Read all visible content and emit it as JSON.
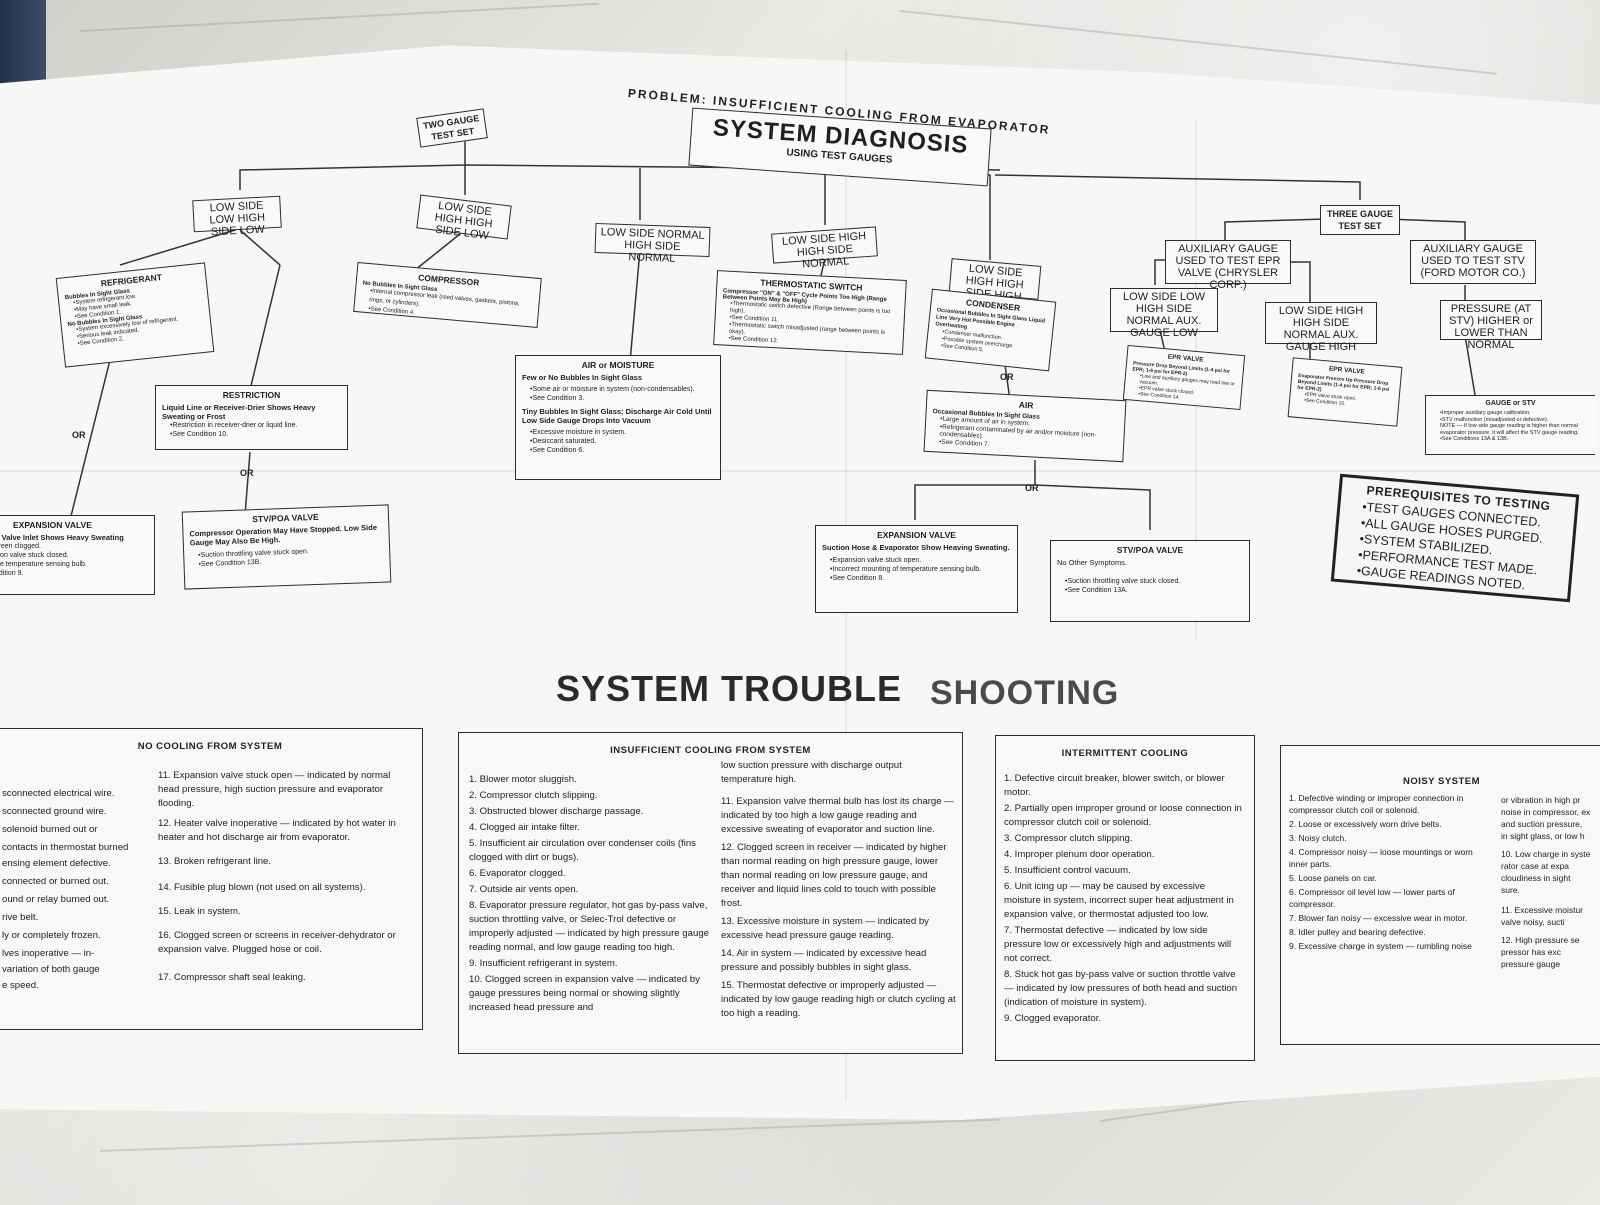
{
  "header": {
    "problem": "PROBLEM: INSUFFICIENT COOLING FROM EVAPORATOR",
    "title": "SYSTEM DIAGNOSIS",
    "subtitle": "USING TEST GAUGES",
    "two_gauge": "TWO GAUGE TEST SET",
    "three_gauge": "THREE GAUGE TEST SET"
  },
  "branches": {
    "b1": "LOW SIDE LOW HIGH SIDE LOW",
    "b2": "LOW SIDE HIGH HIGH SIDE LOW",
    "b3": "LOW SIDE NORMAL HIGH SIDE NORMAL",
    "b4": "LOW SIDE HIGH HIGH SIDE NORMAL",
    "b5": "LOW SIDE HIGH HIGH SIDE HIGH",
    "aux_epr": "AUXILIARY GAUGE USED TO TEST EPR VALVE (CHRYSLER CORP.)",
    "aux_stv": "AUXILIARY GAUGE USED TO TEST STV (FORD MOTOR CO.)",
    "epr_low": "LOW SIDE LOW HIGH SIDE NORMAL AUX. GAUGE LOW",
    "epr_high": "LOW SIDE HIGH HIGH SIDE NORMAL AUX. GAUGE HIGH",
    "stv_pressure": "PRESSURE (AT STV) HIGHER or LOWER THAN NORMAL"
  },
  "diag": {
    "refrigerant": {
      "head": "REFRIGERANT",
      "s1": "Bubbles In Sight Glass",
      "l1": "•System refrigerant low.",
      "l2": "•May have small leak.",
      "l3": "•See Condition 1.",
      "s2": "No Bubbles In Sight Glass",
      "l4": "•System excessively low of refrigerant.",
      "l5": "•Serious leak indicated.",
      "l6": "•See Condition 2."
    },
    "restriction": {
      "head": "RESTRICTION",
      "s1": "Liquid Line or Receiver-Drier Shows Heavy Sweating or Frost",
      "l1": "•Restriction in receiver-drier or liquid line.",
      "l2": "•See Condition 10."
    },
    "expansion_left": {
      "head": "EXPANSION VALVE",
      "s1": "n Valve Inlet Shows Heavy Sweating",
      "l1": "creen clogged.",
      "l2": "sion valve stuck closed.",
      "l3": "ive temperature sensing bulb.",
      "l4": "ndition 9."
    },
    "stv_left": {
      "head": "STV/POA VALVE",
      "s1": "Compressor Operation May Have Stopped. Low Side Gauge May Also Be High.",
      "l1": "•Suction throttling valve stuck open.",
      "l2": "•See Condition 13B."
    },
    "compressor": {
      "head": "COMPRESSOR",
      "s1": "No Bubbles In Sight Glass",
      "l1": "•Internal compressor leak (reed valves, gaskets, pistons, rings, or cylinders).",
      "l2": "•See Condition 4."
    },
    "air_moisture": {
      "head": "AIR or MOISTURE",
      "s1": "Few or No Bubbles In Sight Glass",
      "l1": "•Some air or moisture in system (non-condensables).",
      "l2": "•See Condition 3.",
      "s2": "Tiny Bubbles In Sight Glass; Discharge Air Cold Until Low Side Gauge Drops Into Vacuum",
      "l3": "•Excessive moisture in system.",
      "l4": "•Desiccant saturated.",
      "l5": "•See Condition 6."
    },
    "thermostatic": {
      "head": "THERMOSTATIC SWITCH",
      "s1": "Compressor \"ON\" & \"OFF\" Cycle Points Too High (Range Between Points May Be High)",
      "l1": "•Thermostatic switch defective (Range between points is too high).",
      "l2": "•See Condition 11.",
      "l3": "•Thermostatic switch misadjusted (range between points is okay).",
      "l4": "•See Condition 12."
    },
    "condenser": {
      "head": "CONDENSER",
      "s1": "Occasional Bubbles In Sight Glass Liquid Line Very Hot Possible Engine Overheating",
      "l1": "•Condenser malfunction.",
      "l2": "•Possible system overcharge.",
      "l3": "•See Condition 5."
    },
    "air": {
      "head": "AIR",
      "s1": "Occasional Bubbles In Sight Glass",
      "l1": "•Large amount of air in system.",
      "l2": "•Refrigerant contaminated by air and/or moisture (non-condensables).",
      "l3": "•See Condition 7."
    },
    "expansion_mid": {
      "head": "EXPANSION VALVE",
      "s1": "Suction Hose & Evaporator Show Heaving Sweating.",
      "l1": "•Expansion valve stuck open.",
      "l2": "•Incorrect mounting of temperature sensing bulb.",
      "l3": "•See Condition 8."
    },
    "stv_mid": {
      "head": "STV/POA VALVE",
      "s1": "No Other Symptoms.",
      "l1": "•Suction throttling valve stuck closed.",
      "l2": "•See Condition 13A."
    },
    "epr1": {
      "head": "EPR VALVE",
      "s1": "Pressure Drop Beyond Limits (1-4 psi for EPR; 1-6 psi for EPR-2)",
      "l1": "•Low and auxiliary gauges may read low or vacuum.",
      "l2": "•EPR valve stuck closed.",
      "l3": "•See Condition 14."
    },
    "epr2": {
      "head": "EPR VALVE",
      "s1": "Evaporator Freezes Up Pressure Drop Beyond Limits (1-4 psi for EPR; 1-6 psi for EPR-2)",
      "l1": "•EPR valve stuck open.",
      "l2": "•See Condition 15."
    },
    "gauge_stv": {
      "head": "GAUGE or STV",
      "l1": "•Improper auxiliary gauge calibration.",
      "l2": "•STV malfunction (misadjusted or defective).",
      "l3": "NOTE — If low side gauge reading is higher than normal evaporator pressure, it will affect the STV gauge reading.",
      "l4": "•See Conditions 13A & 13B."
    },
    "or": "OR"
  },
  "prereq": {
    "title": "PREREQUISITES TO TESTING",
    "items": [
      "•TEST GAUGES CONNECTED.",
      "•ALL GAUGE HOSES PURGED.",
      "•SYSTEM STABILIZED.",
      "•PERFORMANCE TEST MADE.",
      "•GAUGE READINGS NOTED."
    ]
  },
  "trouble": {
    "title_a": "SYSTEM TROUBLE",
    "title_b": "SHOOTING",
    "no_cooling": {
      "head": "NO COOLING FROM SYSTEM",
      "left": [
        "sconnected electrical wire.",
        "sconnected ground wire.",
        "solenoid burned out or",
        "",
        "contacts in thermostat burned",
        "ensing element defective.",
        "connected or burned out.",
        "ound or relay burned out.",
        "rive belt.",
        "ly or completely frozen.",
        "lves inoperative — in-",
        "variation of both gauge",
        "e speed."
      ],
      "right": [
        "11. Expansion valve stuck open — indicated by normal head pressure, high suction pressure and evaporator flooding.",
        "12. Heater valve inoperative — indicated by hot water in heater and hot discharge air from evaporator.",
        "13. Broken refrigerant line.",
        "14. Fusible plug blown (not used on all systems).",
        "15. Leak in system.",
        "16. Clogged screen or screens in receiver-dehydrator or expansion valve. Plugged hose or coil.",
        "17. Compressor shaft seal leaking."
      ]
    },
    "insufficient": {
      "head": "INSUFFICIENT COOLING FROM SYSTEM",
      "left": [
        "1. Blower motor sluggish.",
        "2. Compressor clutch slipping.",
        "3. Obstructed blower discharge passage.",
        "4. Clogged air intake filter.",
        "5. Insufficient air circulation over condenser coils (fins clogged with dirt or bugs).",
        "6. Evaporator clogged.",
        "7. Outside air vents open.",
        "8. Evaporator pressure regulator, hot gas by-pass valve, suction throttling valve, or Selec-Trol defective or improperly adjusted — indicated by high pressure gauge reading normal, and low gauge reading too high.",
        "9. Insufficient refrigerant in system.",
        "10. Clogged screen in expansion valve — indicated by gauge pressures being normal or showing slightly increased head pressure and"
      ],
      "right": [
        "low suction pressure with discharge output temperature high.",
        "11. Expansion valve thermal bulb has lost its charge — indicated by too high a low gauge reading and excessive sweating of evaporator and suction line.",
        "12. Clogged screen in receiver — indicated by higher than normal reading on high pressure gauge, lower than normal reading on low pressure gauge, and receiver and liquid lines cold to touch with possible frost.",
        "13. Excessive moisture in system — indicated by excessive head pressure gauge reading.",
        "14. Air in system — indicated by excessive head pressure and possibly bubbles in sight glass.",
        "15. Thermostat defective or improperly adjusted — indicated by low gauge reading high or clutch cycling at too high a reading."
      ]
    },
    "intermittent": {
      "head": "INTERMITTENT COOLING",
      "items": [
        "1. Defective circuit breaker, blower switch, or blower motor.",
        "2. Partially open improper ground or loose connection in compressor clutch coil or solenoid.",
        "3. Compressor clutch slipping.",
        "4. Improper plenum door operation.",
        "5. Insufficient control vacuum.",
        "6. Unit icing up — may be caused by excessive moisture in system, incorrect super heat adjustment in expansion valve, or thermostat adjusted too low.",
        "7. Thermostat defective — indicated by low side pressure low or excessively high and adjustments will not correct.",
        "8. Stuck hot gas by-pass valve or suction throttle valve — indicated by low pressures of both head and suction (indication of moisture in system).",
        "9. Clogged evaporator."
      ]
    },
    "noisy": {
      "head": "NOISY SYSTEM",
      "left": [
        "1. Defective winding or improper connection in compressor clutch coil or solenoid.",
        "2. Loose or excessively worn drive belts.",
        "3. Noisy clutch.",
        "4. Compressor noisy — loose mountings or worn inner parts.",
        "5. Loose panels on car.",
        "6. Compressor oil level low — lower parts of compressor.",
        "7. Blower fan noisy — excessive wear in motor.",
        "8. Idler pulley and bearing defective.",
        "9. Excessive charge in system — rumbling noise"
      ],
      "right": [
        "or vibration in high pr",
        "noise in compressor, ex",
        "and suction pressure,",
        "in sight glass, or low h",
        "10. Low charge in syste",
        "rator case at expa",
        "cloudiness in sight",
        "sure.",
        "11. Excessive moistur",
        "valve noisy, sucti",
        "12. High pressure se",
        "pressor has exc",
        "pressure gauge"
      ]
    }
  }
}
